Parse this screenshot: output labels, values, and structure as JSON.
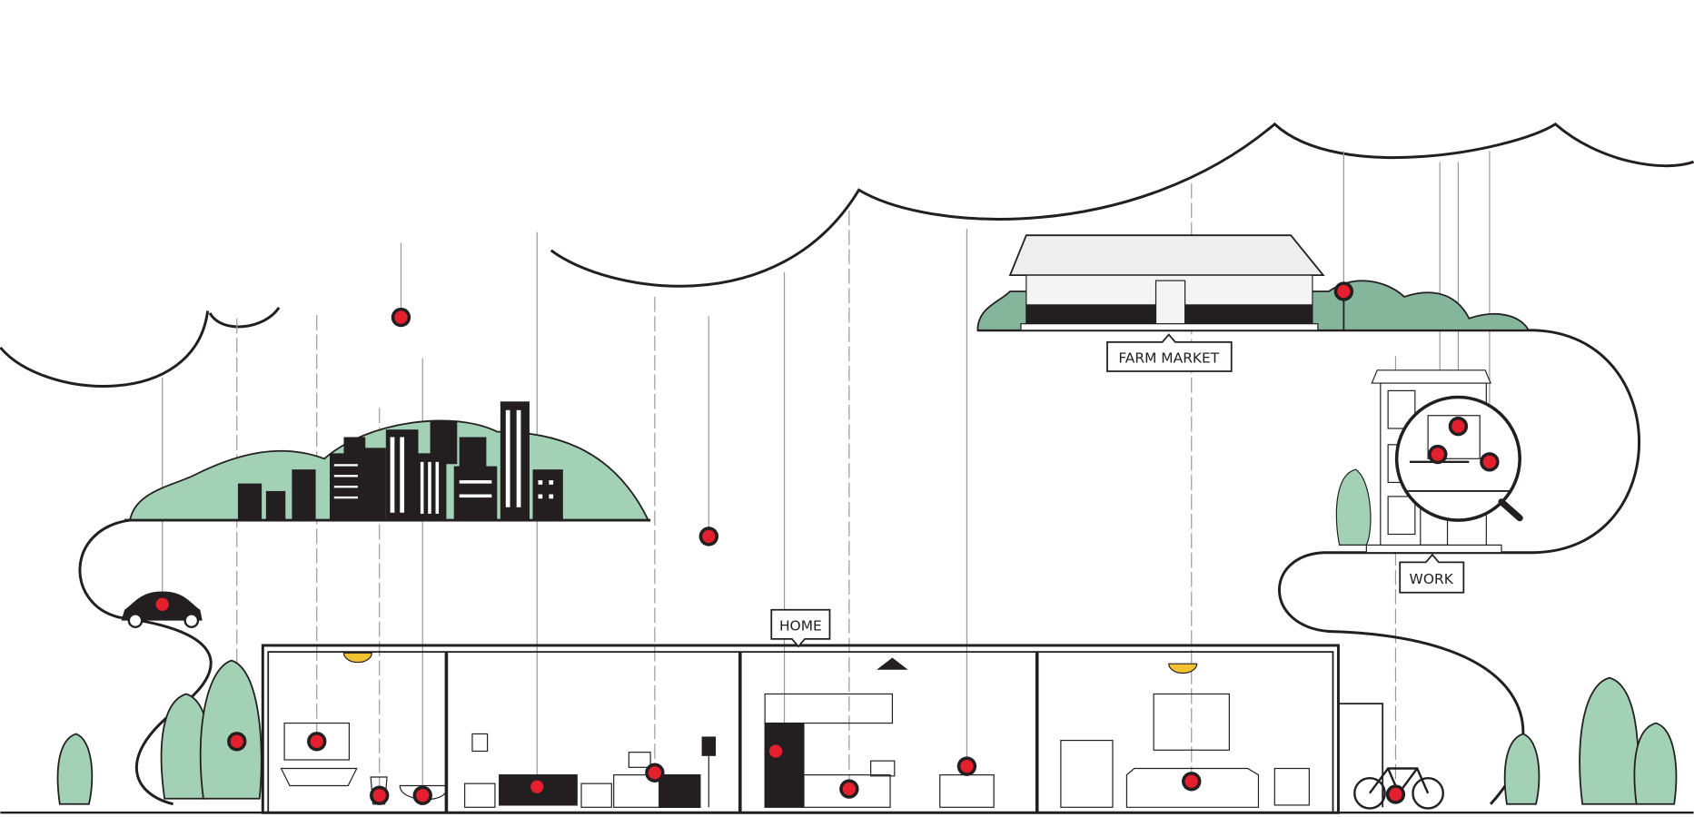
{
  "labels": {
    "home": "HOME",
    "farm_market": "FARM MARKET",
    "work": "WORK"
  },
  "colors": {
    "ink": "#231f20",
    "green_light": "#a3d1b5",
    "green_dark": "#85b69c",
    "hotspot": "#e5202e",
    "lamp": "#f2c230"
  }
}
